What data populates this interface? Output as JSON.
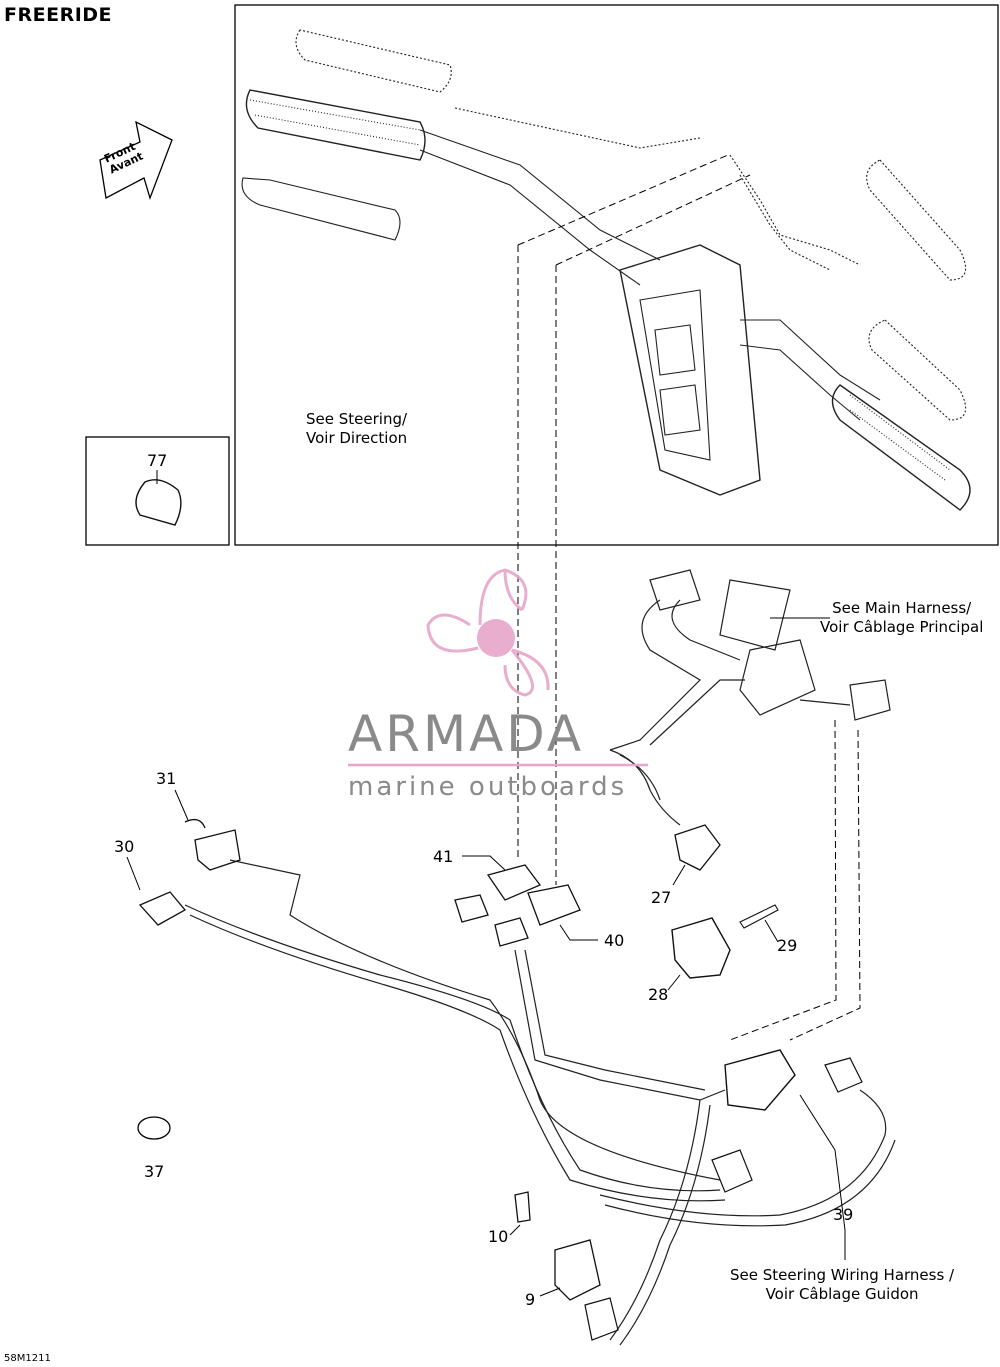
{
  "title": "FREERIDE",
  "front_arrow": {
    "line1": "Front",
    "line2": "Avant"
  },
  "notes": {
    "steering": [
      "See Steering/",
      "Voir Direction"
    ],
    "main_harness": [
      "See Main Harness/",
      "Voir Câblage Principal"
    ],
    "steering_wiring": [
      "See Steering Wiring Harness /",
      "Voir Câblage Guidon"
    ]
  },
  "callouts": {
    "c77": "77",
    "c31": "31",
    "c30": "30",
    "c41": "41",
    "c40": "40",
    "c27": "27",
    "c29": "29",
    "c28": "28",
    "c37": "37",
    "c10": "10",
    "c9": "9",
    "c39": "39"
  },
  "watermark": {
    "name": "ARMADA",
    "tagline": "marine outboards",
    "accent_color": "#e7a6c9"
  },
  "figure_code": "58M1211"
}
